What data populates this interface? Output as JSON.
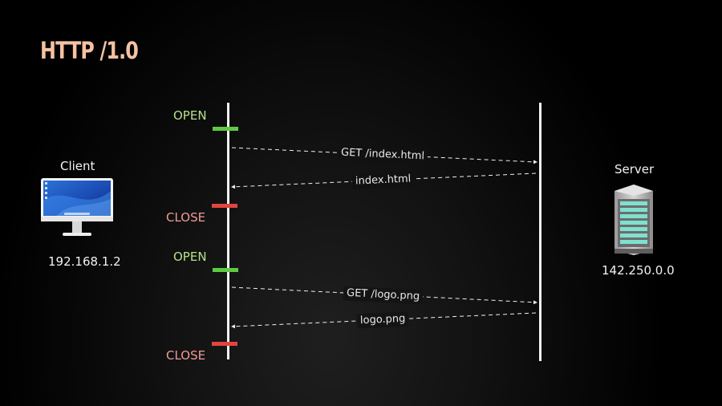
{
  "title": "HTTP /1.0",
  "client": {
    "label": "Client",
    "ip": "192.168.1.2",
    "icon": "monitor-icon"
  },
  "server": {
    "label": "Server",
    "ip": "142.250.0.0",
    "icon": "server-rack-icon"
  },
  "connections": [
    {
      "open_label": "OPEN",
      "close_label": "CLOSE",
      "request": "GET /index.html",
      "response": "index.html"
    },
    {
      "open_label": "OPEN",
      "close_label": "CLOSE",
      "request": "GET /logo.png",
      "response": "logo.png"
    }
  ],
  "colors": {
    "title": "#f5c2a2",
    "open": "#b6e08a",
    "close": "#f19a94",
    "open_marker": "#5fc946",
    "close_marker": "#e2453e",
    "lifeline": "#f4f4f4"
  }
}
